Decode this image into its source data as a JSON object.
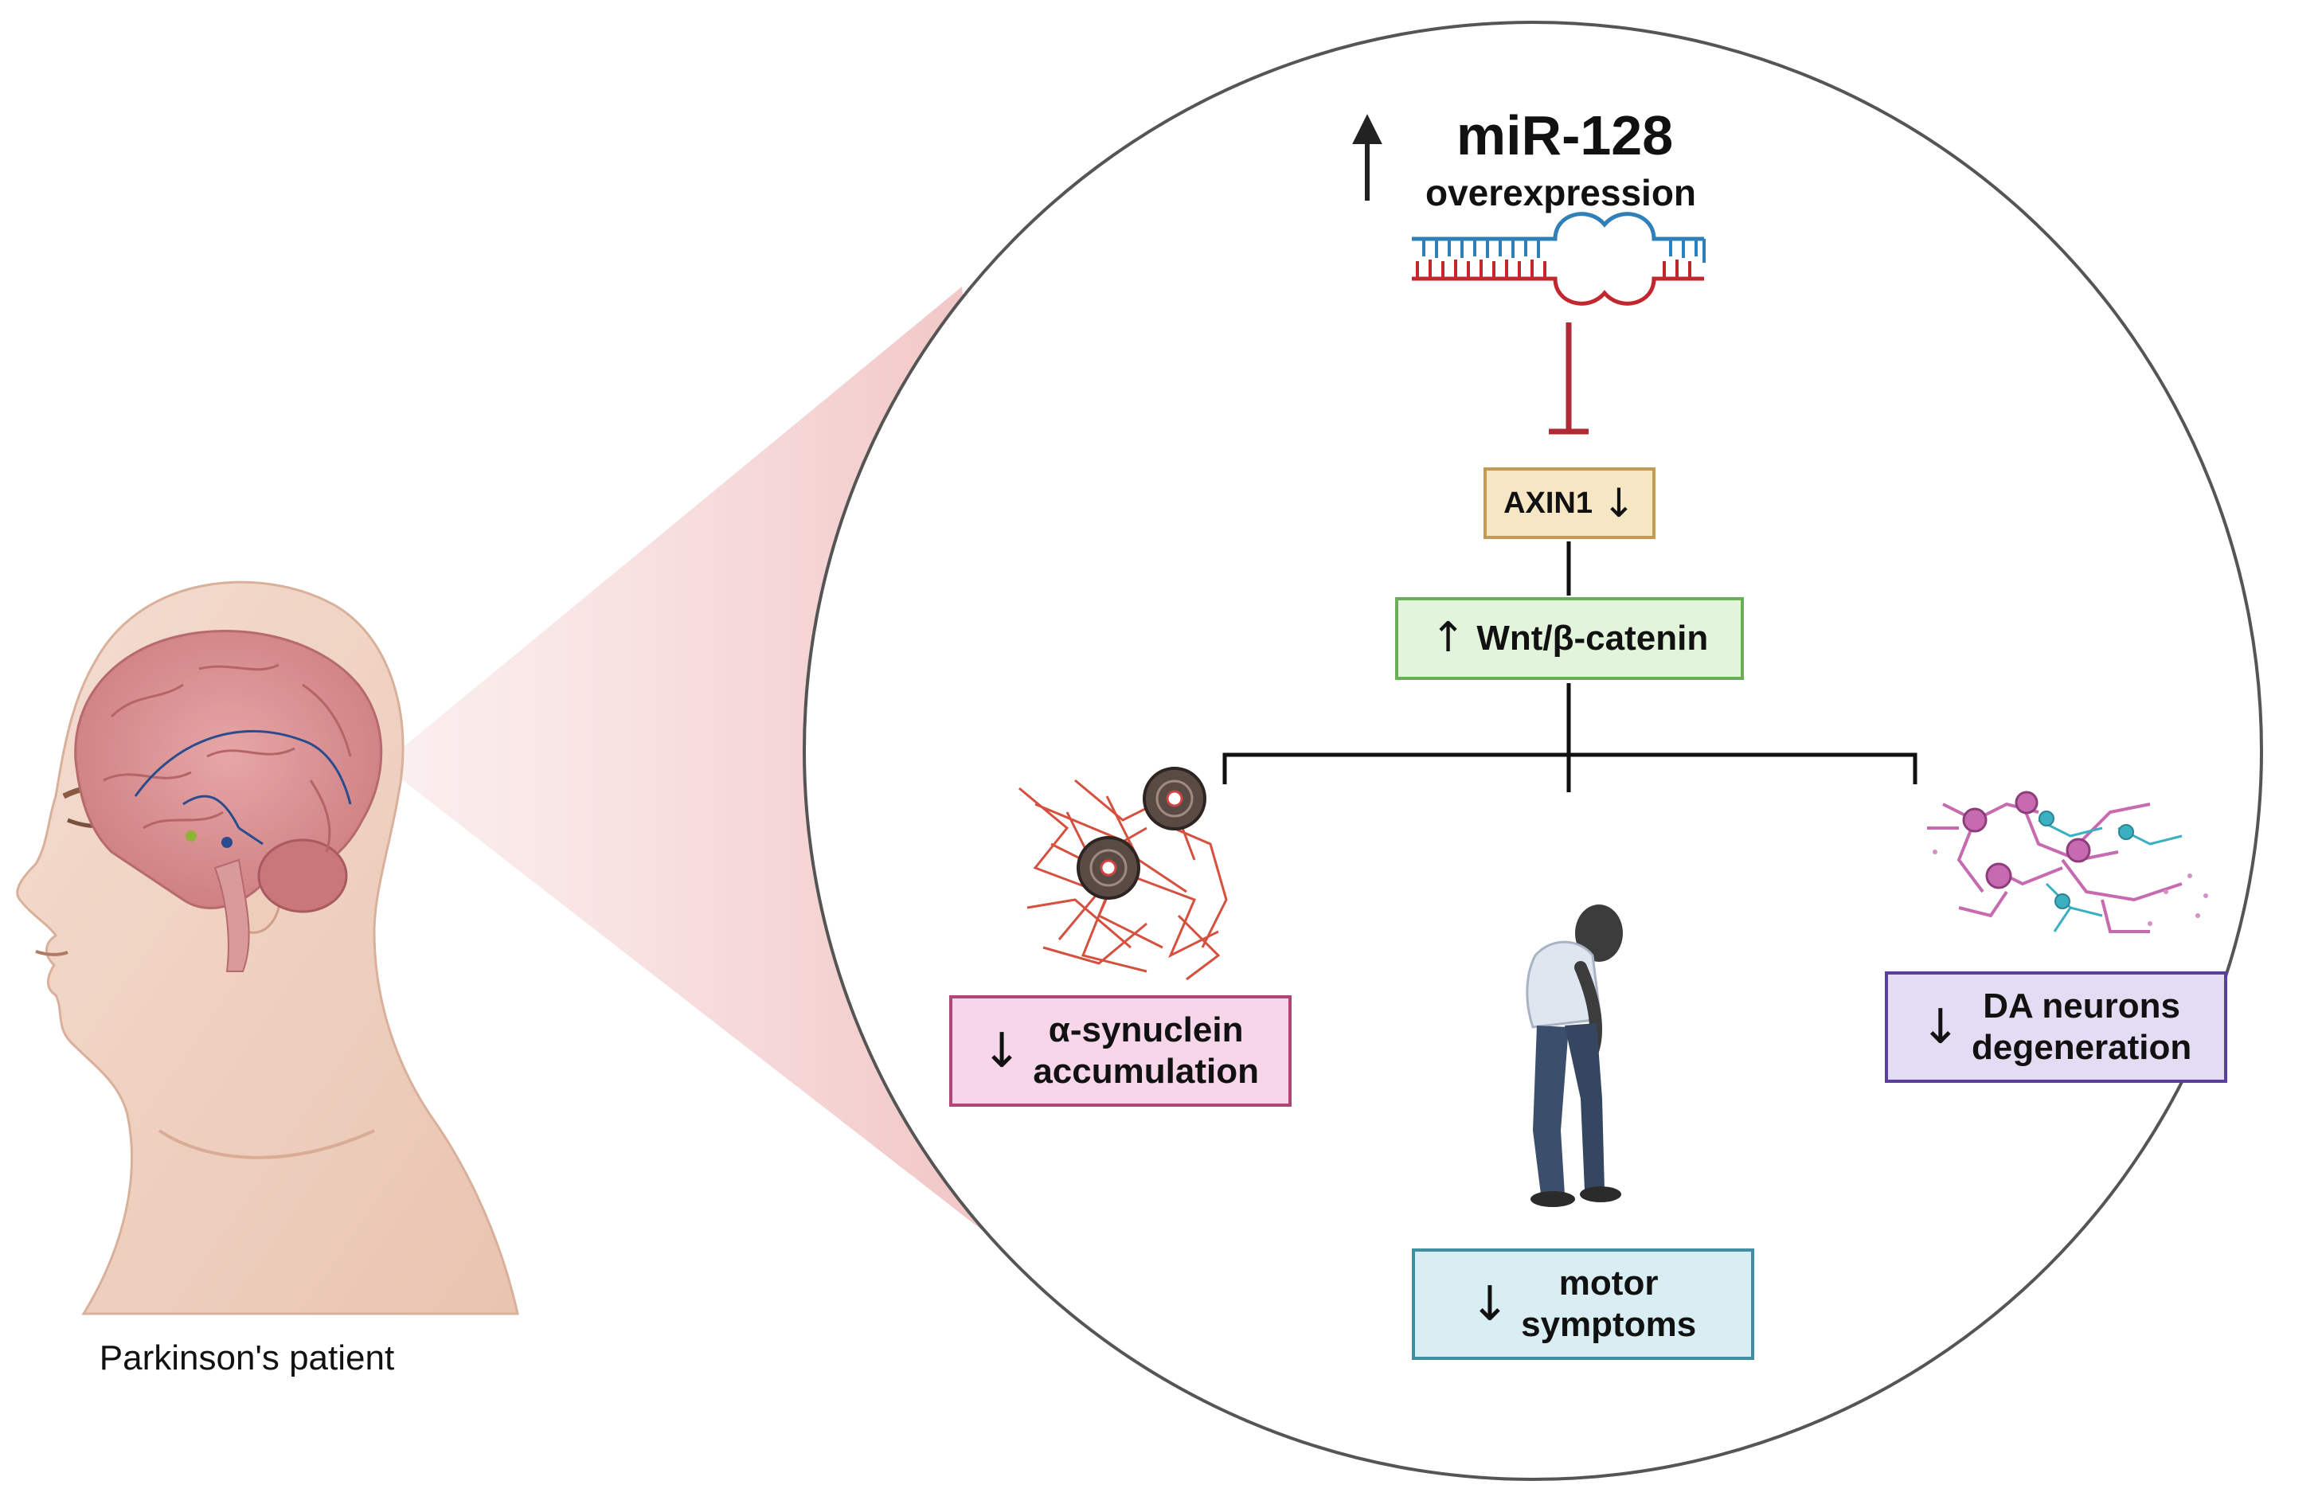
{
  "mirna": {
    "name": "miR-128",
    "subtitle": "overexpression",
    "arrow": "↑"
  },
  "axin": {
    "label": "AXIN1",
    "arrow": "↓"
  },
  "wnt": {
    "label": "Wnt/β-catenin",
    "arrow": "↑"
  },
  "outcomes": {
    "synuclein": {
      "line1": "α-synuclein",
      "line2": "accumulation",
      "arrow": "↓"
    },
    "motor": {
      "line1": "motor",
      "line2": "symptoms",
      "arrow": "↓"
    },
    "neurons": {
      "line1": "DA neurons",
      "line2": "degeneration",
      "arrow": "↓"
    }
  },
  "patient_caption": "Parkinson's patient",
  "colors": {
    "axin_fill": "#f5e6c4",
    "axin_border": "#c49a55",
    "wnt_fill": "#e3f4dc",
    "wnt_border": "#6aae5a",
    "synuclein_fill": "#f7d6ea",
    "synuclein_border": "#b0457a",
    "motor_fill": "#d8eef3",
    "motor_border": "#3f8ea3",
    "neurons_fill": "#e4dcf3",
    "neurons_border": "#5a3fa0",
    "inhibition": "#b02a35",
    "rna_blue": "#2f7fb8",
    "rna_red": "#c0282e",
    "zoom_cone": "#f2c6c6"
  }
}
